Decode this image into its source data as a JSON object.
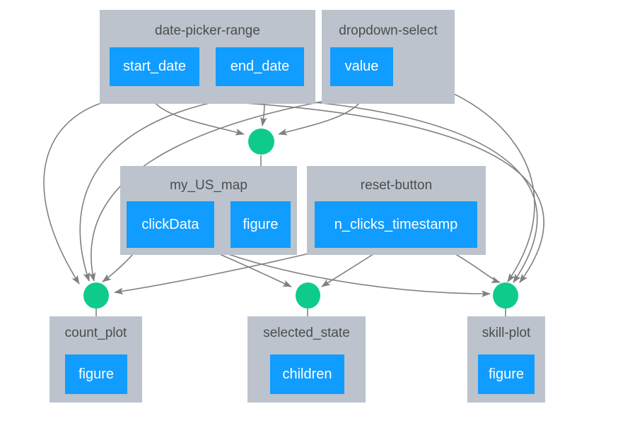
{
  "graph": {
    "type": "dash-callback-graph",
    "colors": {
      "group_background": "#bcc3cc",
      "property_box": "#119dff",
      "property_text": "#ffffff",
      "callback_node": "#0ecb8c",
      "edge": "#808080",
      "title_text": "#4d4d4d",
      "canvas": "#ffffff"
    },
    "components": [
      {
        "id": "date-picker-range",
        "title": "date-picker-range",
        "properties": [
          "start_date",
          "end_date"
        ]
      },
      {
        "id": "dropdown-select",
        "title": "dropdown-select",
        "properties": [
          "value"
        ]
      },
      {
        "id": "my_US_map",
        "title": "my_US_map",
        "properties": [
          "clickData",
          "figure"
        ]
      },
      {
        "id": "reset-button",
        "title": "reset-button",
        "properties": [
          "n_clicks_timestamp"
        ]
      },
      {
        "id": "count_plot",
        "title": "count_plot",
        "properties": [
          "figure"
        ]
      },
      {
        "id": "selected_state",
        "title": "selected_state",
        "properties": [
          "children"
        ]
      },
      {
        "id": "skill-plot",
        "title": "skill-plot",
        "properties": [
          "figure"
        ]
      }
    ],
    "callbacks": [
      {
        "id": "callback-map-figure",
        "label": ""
      },
      {
        "id": "callback-count-plot",
        "label": ""
      },
      {
        "id": "callback-selected-state",
        "label": ""
      },
      {
        "id": "callback-skill-plot",
        "label": ""
      }
    ]
  },
  "components": {
    "date_picker_range": {
      "title": "date-picker-range",
      "start_date": "start_date",
      "end_date": "end_date"
    },
    "dropdown_select": {
      "title": "dropdown-select",
      "value": "value"
    },
    "my_us_map": {
      "title": "my_US_map",
      "click_data": "clickData",
      "figure": "figure"
    },
    "reset_button": {
      "title": "reset-button",
      "n_clicks_timestamp": "n_clicks_timestamp"
    },
    "count_plot": {
      "title": "count_plot",
      "figure": "figure"
    },
    "selected_state": {
      "title": "selected_state",
      "children": "children"
    },
    "skill_plot": {
      "title": "skill-plot",
      "figure": "figure"
    }
  }
}
